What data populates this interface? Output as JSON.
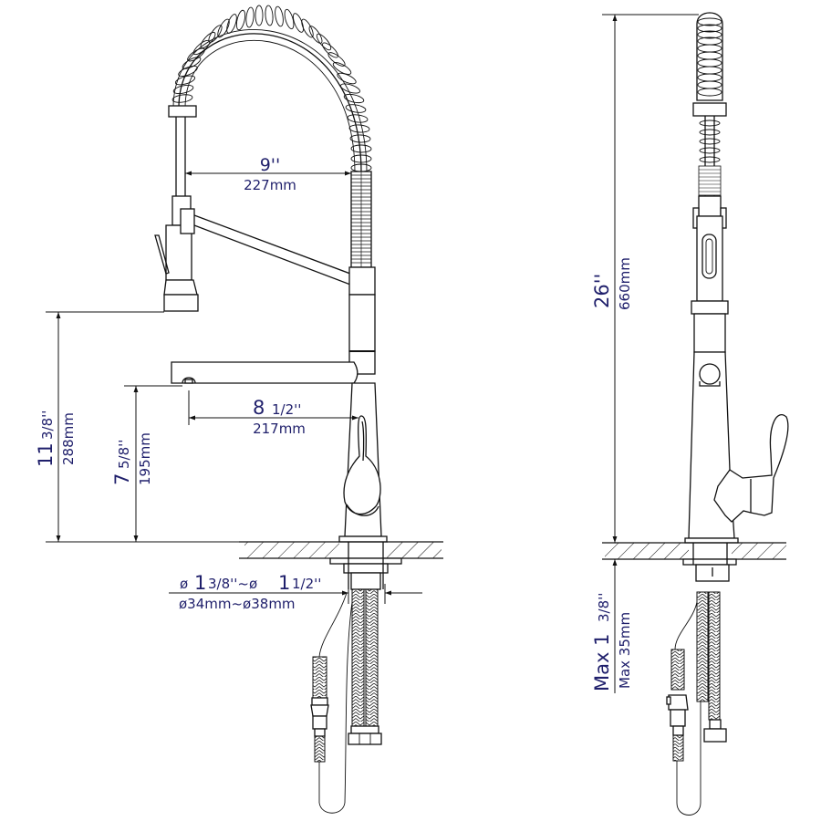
{
  "colors": {
    "background": "#ffffff",
    "line": "#111111",
    "dimension_text": "#1f1f6b"
  },
  "front_view": {
    "dimensions": {
      "spring_reach": {
        "imperial": "9''",
        "metric": "227mm"
      },
      "spout_reach": {
        "imperial_whole": "8",
        "imperial_frac": "1/2''",
        "metric": "217mm"
      },
      "overall_side_height": {
        "imperial_whole": "11",
        "imperial_frac": "3/8''",
        "metric": "288mm"
      },
      "spout_height": {
        "imperial_whole": "7",
        "imperial_frac": "5/8''",
        "metric": "195mm"
      },
      "hole_diameter": {
        "imperial_prefix": "ø",
        "imperial_a_whole": "1",
        "imperial_a_frac": "3/8''~ø",
        "imperial_b_whole": "1",
        "imperial_b_frac": "1/2''",
        "metric": "ø34mm~ø38mm"
      }
    }
  },
  "side_view": {
    "dimensions": {
      "total_height": {
        "imperial": "26''",
        "metric": "660mm"
      },
      "max_deck_thickness": {
        "imperial_prefix": "Max 1",
        "imperial_frac": "3/8''",
        "metric": "Max 35mm"
      }
    }
  }
}
